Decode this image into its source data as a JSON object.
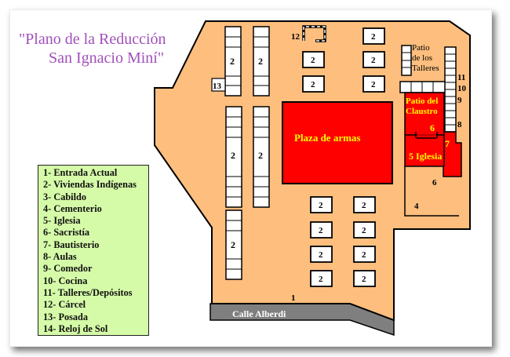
{
  "title": {
    "line1": "\"Plano de la Reducción",
    "line2": "San Ignacio Miní\""
  },
  "legend": [
    "1- Entrada Actual",
    "2- Viviendas Indígenas",
    "3- Cabildo",
    "4- Cementerio",
    "5- Iglesia",
    "6- Sacristía",
    "7- Bautisterio",
    "8- Aulas",
    "9- Comedor",
    "10- Cocina",
    "11- Talleres/Depósitos",
    "12- Cárcel",
    "13- Posada",
    "14- Reloj de Sol"
  ],
  "map": {
    "plaza_label": "Plaza de armas",
    "claustro_label_1": "Patio del",
    "claustro_label_2": "Claustro",
    "iglesia_label": "5 Iglesia",
    "talleres_label_1": "Patio",
    "talleres_label_2": "de los",
    "talleres_label_3": "Talleres",
    "street_label": "Calle Alberdi",
    "house_label": "2",
    "markers": {
      "entrada": "1",
      "cementerio": "4",
      "iglesia_n": "5",
      "sacristia": "6",
      "bautisterio": "7",
      "aulas": "8",
      "comedor": "9",
      "cocina": "10",
      "talleres": "11",
      "carcel": "12",
      "posada": "13"
    }
  },
  "colors": {
    "ground": "#fdbe7e",
    "plaza": "#ff0000",
    "label_yellow": "#ffff00",
    "legend_bg": "#d5fba8",
    "street": "#7f7f7f",
    "title": "#a050b8"
  }
}
